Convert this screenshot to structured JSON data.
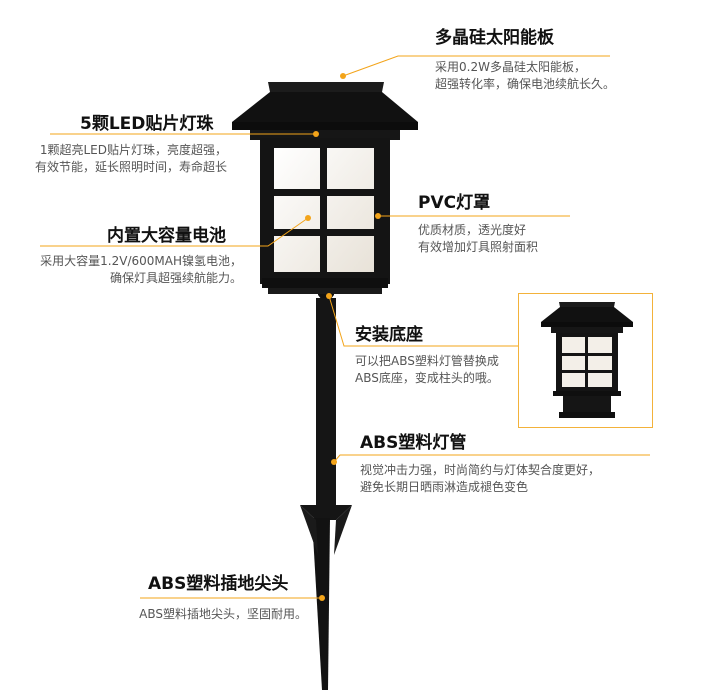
{
  "features": {
    "solar_panel": {
      "title": "多晶硅太阳能板",
      "desc": "采用0.2W多晶硅太阳能板，\n超强转化率，确保电池续航长久。"
    },
    "led": {
      "title": "5颗LED贴片灯珠",
      "desc": "1颗超亮LED贴片灯珠，亮度超强，\n有效节能，延长照明时间，寿命超长"
    },
    "pvc_cover": {
      "title": "PVC灯罩",
      "desc": "优质材质，透光度好\n有效增加灯具照射面积"
    },
    "battery": {
      "title": "内置大容量电池",
      "desc": "采用大容量1.2V/600MAH镍氢电池，\n确保灯具超强续航能力。"
    },
    "base": {
      "title": "安装底座",
      "desc": "可以把ABS塑料灯管替换成\nABS底座，变成柱头的哦。"
    },
    "abs_pipe": {
      "title": "ABS塑料灯管",
      "desc": "视觉冲击力强，时尚简约与灯体契合度更好，\n避免长期日晒雨淋造成褪色变色"
    },
    "spike": {
      "title": "ABS塑料插地尖头",
      "desc": "ABS塑料插地尖头，坚固耐用。"
    }
  },
  "colors": {
    "accent": "#f3a41a",
    "lamp": "#1a1a1a",
    "glass": "#f4f1ec"
  }
}
